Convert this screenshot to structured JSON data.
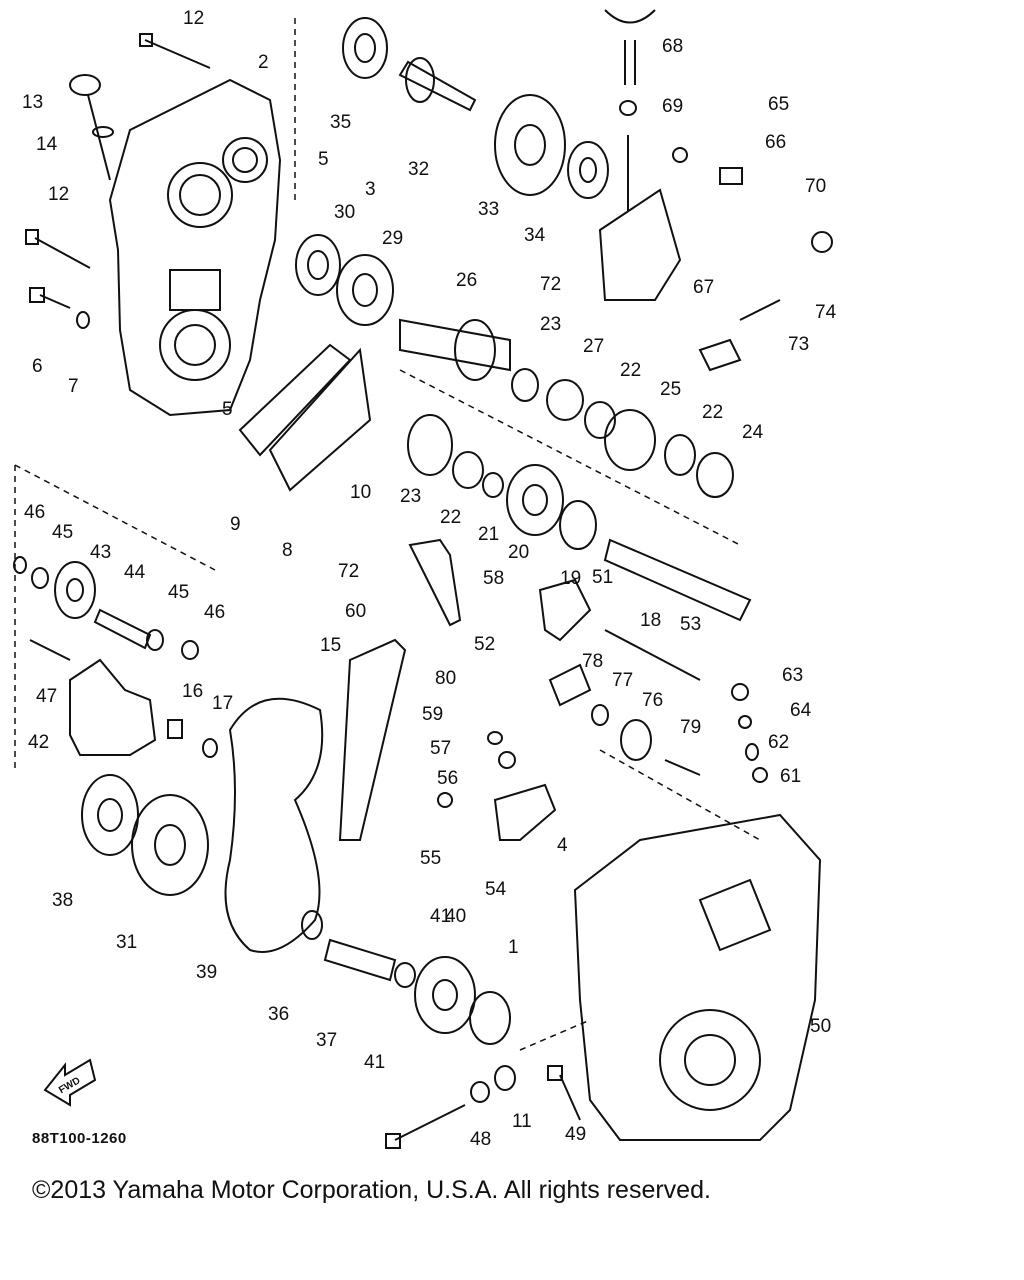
{
  "diagram": {
    "figure_code": "88T100-1260",
    "forward_marker": "FWD",
    "callouts": [
      "12",
      "2",
      "35",
      "32",
      "33",
      "68",
      "69",
      "65",
      "66",
      "70",
      "13",
      "14",
      "5",
      "3",
      "34",
      "12",
      "30",
      "29",
      "72",
      "26",
      "67",
      "74",
      "73",
      "6",
      "7",
      "23",
      "27",
      "22",
      "25",
      "5",
      "10",
      "9",
      "8",
      "23",
      "22",
      "21",
      "20",
      "19",
      "18",
      "22",
      "24",
      "46",
      "45",
      "43",
      "44",
      "45",
      "46",
      "72",
      "58",
      "60",
      "51",
      "15",
      "52",
      "53",
      "80",
      "78",
      "63",
      "77",
      "76",
      "47",
      "42",
      "16",
      "17",
      "59",
      "79",
      "64",
      "62",
      "57",
      "56",
      "61",
      "55",
      "54",
      "4",
      "41",
      "38",
      "31",
      "39",
      "36",
      "37",
      "41",
      "40",
      "1",
      "50",
      "11",
      "49",
      "48"
    ]
  },
  "copyright": "©2013 Yamaha Motor Corporation, U.S.A. All rights reserved."
}
